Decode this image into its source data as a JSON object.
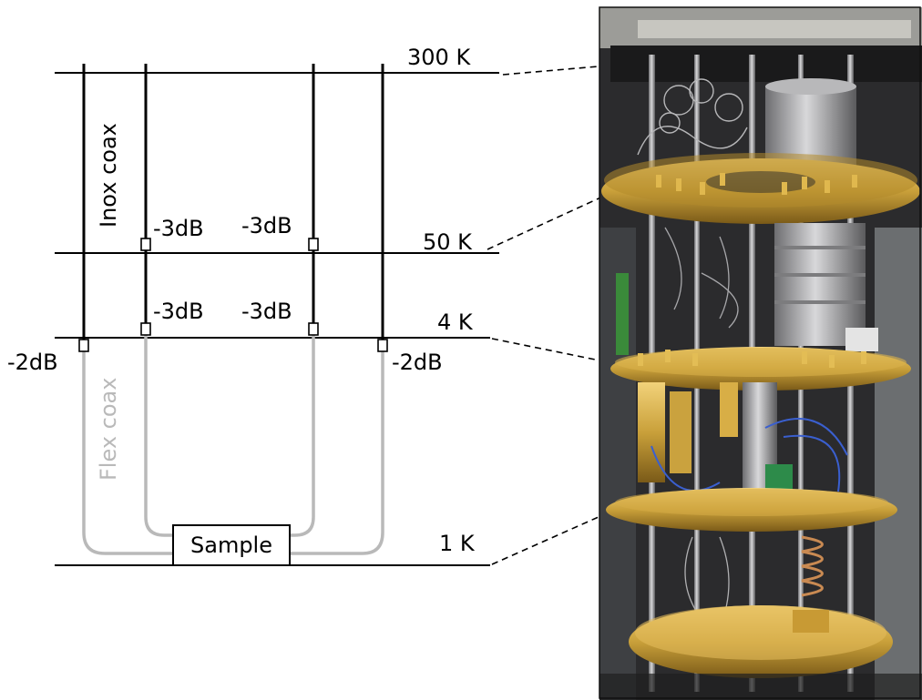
{
  "stages": [
    {
      "label": "300 K"
    },
    {
      "label": "50 K"
    },
    {
      "label": "4 K"
    },
    {
      "label": "1 K"
    }
  ],
  "cables": {
    "inox_label": "Inox coax",
    "flex_label": "Flex coax"
  },
  "attenuators": {
    "line2_50k": "-3dB",
    "line3_50k": "-3dB",
    "line2_4k": "-3dB",
    "line3_4k": "-3dB",
    "line1_4k": "-2dB",
    "line4_4k": "-2dB"
  },
  "sample": {
    "label": "Sample"
  },
  "colors": {
    "rigid_line": "#000000",
    "flex_line": "#b9b9b9",
    "gold": "#c9a03a",
    "photo_bg": "#2b2b2d"
  },
  "photo": {
    "subject": "dilution-refrigerator-insert"
  }
}
